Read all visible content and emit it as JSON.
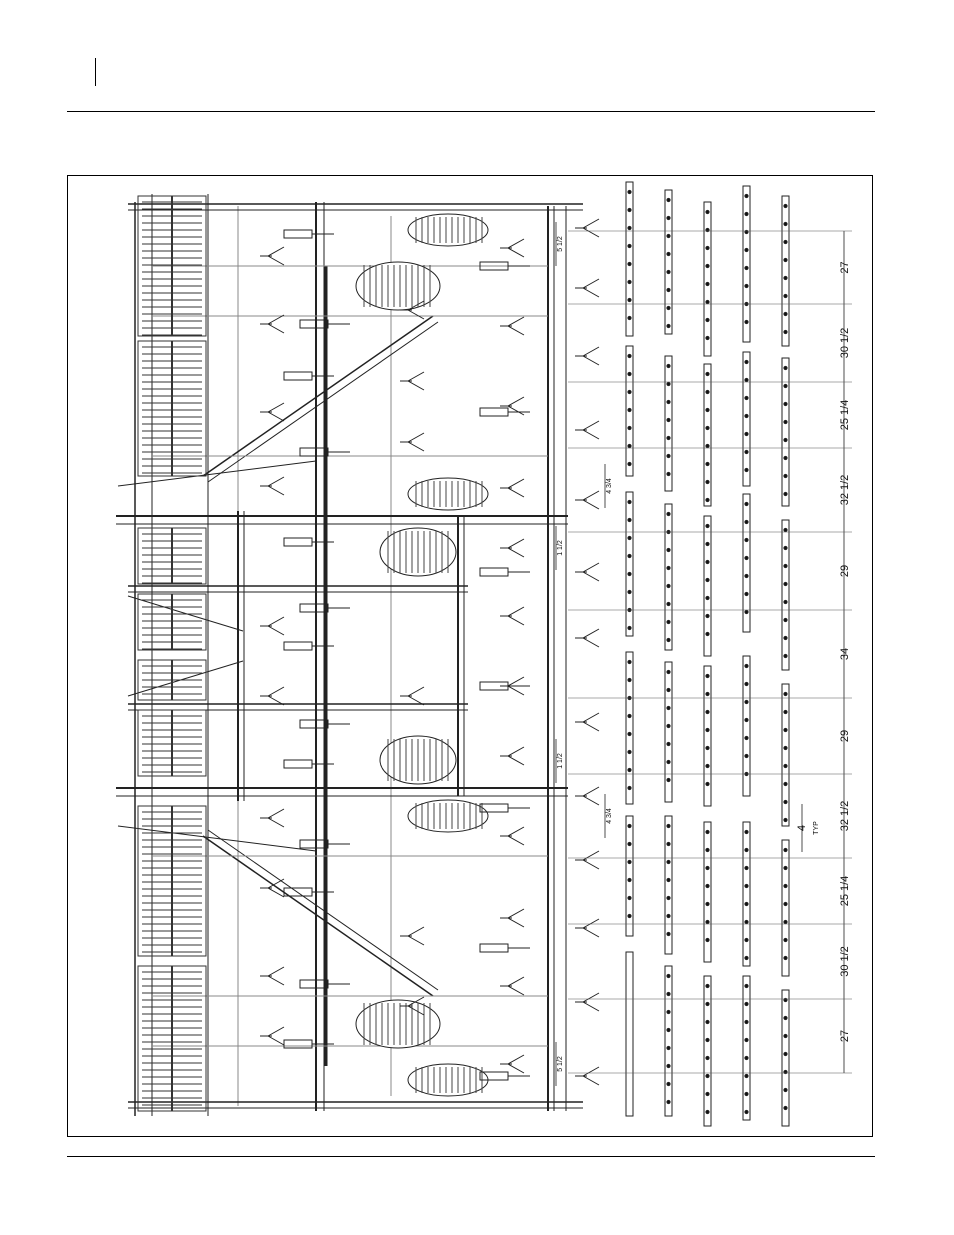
{
  "drawing": {
    "spacing_dimensions": [
      "27",
      "30 1/2",
      "25 1/4",
      "32 1/2",
      "29",
      "34",
      "29",
      "32 1/2",
      "25 1/4",
      "30 1/2",
      "27"
    ],
    "offset_dimensions": [
      "5 1/2",
      "4 3/4",
      "1 1/2",
      "1 1/2",
      "4 3/4",
      "5 1/2"
    ],
    "typ_dimension": "4",
    "typ_label": "TYP"
  }
}
